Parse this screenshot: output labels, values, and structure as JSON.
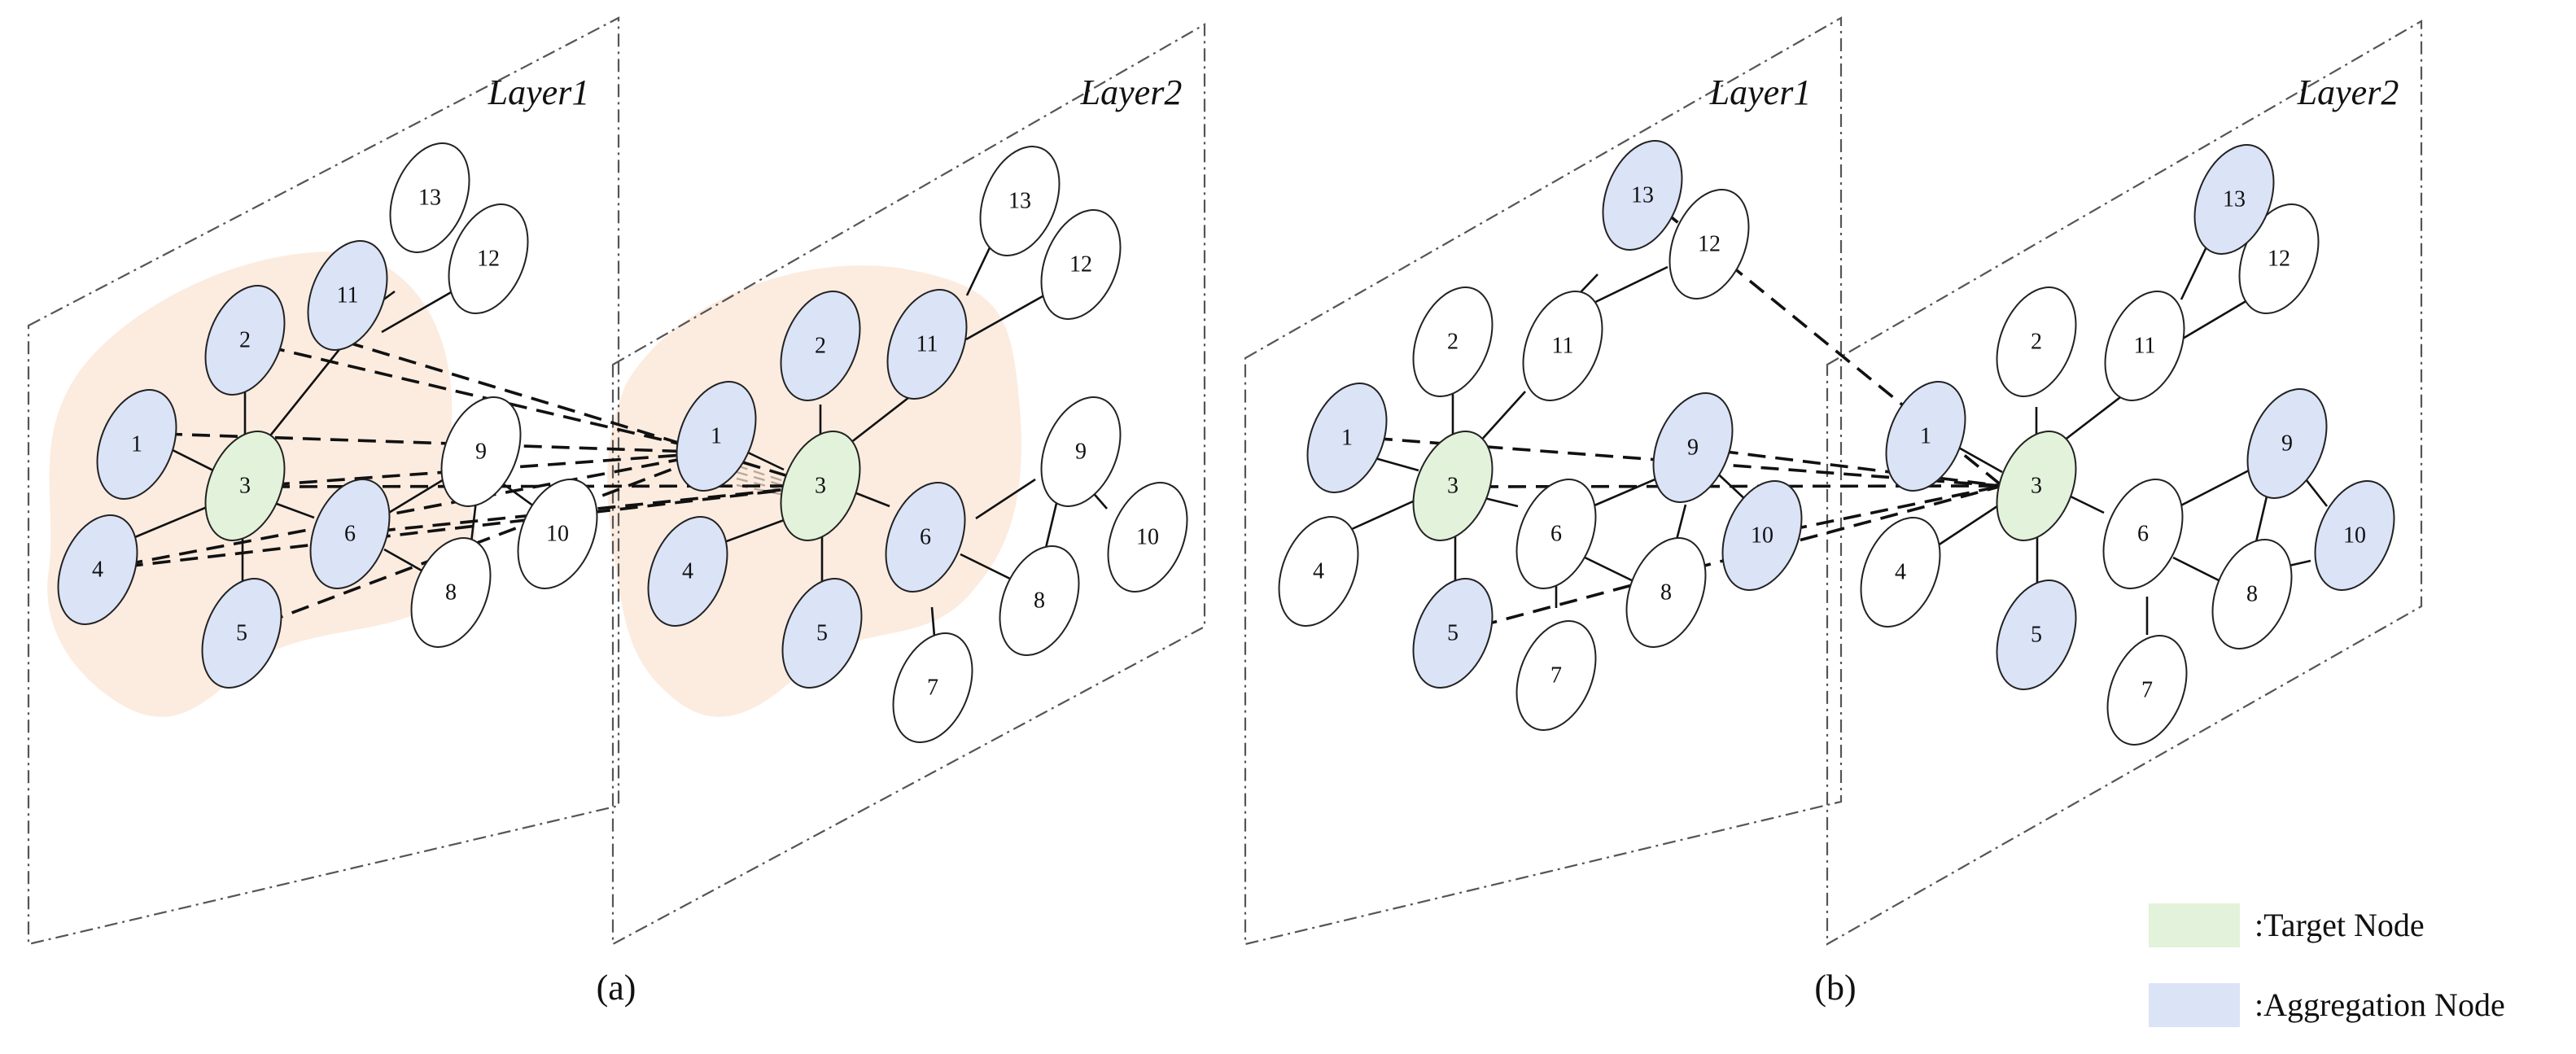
{
  "colors": {
    "target": "#e3f2da",
    "aggregation": "#dbe3f7",
    "plain": "#ffffff",
    "region": "#fcece0"
  },
  "panels": [
    {
      "id": "a",
      "caption": "(a)",
      "layers": [
        {
          "title": "Layer1",
          "nodes": [
            {
              "id": "1",
              "state": "aggregation"
            },
            {
              "id": "2",
              "state": "aggregation"
            },
            {
              "id": "3",
              "state": "target"
            },
            {
              "id": "4",
              "state": "aggregation"
            },
            {
              "id": "5",
              "state": "aggregation"
            },
            {
              "id": "6",
              "state": "aggregation"
            },
            {
              "id": "8",
              "state": "plain"
            },
            {
              "id": "9",
              "state": "plain"
            },
            {
              "id": "10",
              "state": "plain"
            },
            {
              "id": "11",
              "state": "aggregation"
            },
            {
              "id": "12",
              "state": "plain"
            },
            {
              "id": "13",
              "state": "plain"
            }
          ]
        },
        {
          "title": "Layer2",
          "nodes": [
            {
              "id": "1",
              "state": "aggregation"
            },
            {
              "id": "2",
              "state": "aggregation"
            },
            {
              "id": "3",
              "state": "target"
            },
            {
              "id": "4",
              "state": "aggregation"
            },
            {
              "id": "5",
              "state": "aggregation"
            },
            {
              "id": "6",
              "state": "aggregation"
            },
            {
              "id": "7",
              "state": "plain"
            },
            {
              "id": "8",
              "state": "plain"
            },
            {
              "id": "9",
              "state": "plain"
            },
            {
              "id": "10",
              "state": "plain"
            },
            {
              "id": "11",
              "state": "aggregation"
            },
            {
              "id": "12",
              "state": "plain"
            },
            {
              "id": "13",
              "state": "plain"
            }
          ]
        }
      ]
    },
    {
      "id": "b",
      "caption": "(b)",
      "layers": [
        {
          "title": "Layer1",
          "nodes": [
            {
              "id": "1",
              "state": "aggregation"
            },
            {
              "id": "2",
              "state": "plain"
            },
            {
              "id": "3",
              "state": "target"
            },
            {
              "id": "4",
              "state": "plain"
            },
            {
              "id": "5",
              "state": "aggregation"
            },
            {
              "id": "6",
              "state": "plain"
            },
            {
              "id": "7",
              "state": "plain"
            },
            {
              "id": "8",
              "state": "plain"
            },
            {
              "id": "9",
              "state": "aggregation"
            },
            {
              "id": "10",
              "state": "aggregation"
            },
            {
              "id": "11",
              "state": "plain"
            },
            {
              "id": "12",
              "state": "plain"
            },
            {
              "id": "13",
              "state": "aggregation"
            }
          ]
        },
        {
          "title": "Layer2",
          "nodes": [
            {
              "id": "1",
              "state": "aggregation"
            },
            {
              "id": "2",
              "state": "plain"
            },
            {
              "id": "3",
              "state": "target"
            },
            {
              "id": "4",
              "state": "plain"
            },
            {
              "id": "5",
              "state": "aggregation"
            },
            {
              "id": "6",
              "state": "plain"
            },
            {
              "id": "7",
              "state": "plain"
            },
            {
              "id": "8",
              "state": "plain"
            },
            {
              "id": "9",
              "state": "aggregation"
            },
            {
              "id": "10",
              "state": "aggregation"
            },
            {
              "id": "11",
              "state": "plain"
            },
            {
              "id": "12",
              "state": "plain"
            },
            {
              "id": "13",
              "state": "aggregation"
            }
          ]
        }
      ]
    }
  ],
  "legend": [
    {
      "label": ":Target Node",
      "state": "target"
    },
    {
      "label": ":Aggregation Node",
      "state": "aggregation"
    }
  ]
}
